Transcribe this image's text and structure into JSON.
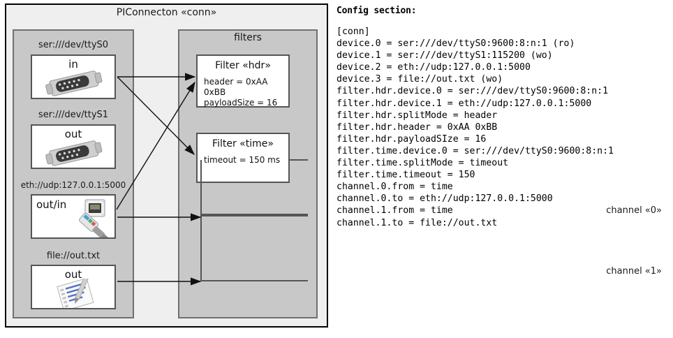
{
  "diagram": {
    "title": "PIConnecton «conn»",
    "devices_panel": {
      "name": "devices",
      "devices": [
        {
          "label": "ser:///dev/ttyS0",
          "direction": "in",
          "icon": "serial-port-icon",
          "align": "center"
        },
        {
          "label": "ser:///dev/ttyS1",
          "direction": "out",
          "icon": "serial-port-icon",
          "align": "center"
        },
        {
          "label": "eth://udp:127.0.0.1:5000",
          "direction": "out/in",
          "icon": "ethernet-jack-icon",
          "align": "left"
        },
        {
          "label": "file://out.txt",
          "direction": "out",
          "icon": "text-file-icon",
          "align": "center"
        }
      ]
    },
    "filters_panel": {
      "title": "filters",
      "filters": [
        {
          "title": "Filter «hdr»",
          "props": [
            "header = 0xAA 0xBB",
            "payloadSize = 16"
          ]
        },
        {
          "title": "Filter «time»",
          "props": [
            "timeout = 150 ms"
          ]
        }
      ],
      "channels": [
        {
          "label": "channel «0»"
        },
        {
          "label": "channel «1»"
        }
      ]
    }
  },
  "config": {
    "heading": "Config section:",
    "lines": [
      "[conn]",
      "device.0 = ser:///dev/ttyS0:9600:8:n:1 (ro)",
      "device.1 = ser:///dev/ttyS1:115200 (wo)",
      "device.2 = eth://udp:127.0.0.1:5000",
      "device.3 = file://out.txt (wo)",
      "filter.hdr.device.0 = ser:///dev/ttyS0:9600:8:n:1",
      "filter.hdr.device.1 = eth://udp:127.0.0.1:5000",
      "filter.hdr.splitMode = header",
      "filter.hdr.header = 0xAA 0xBB",
      "filter.hdr.payloadSIze = 16",
      "filter.time.device.0 = ser:///dev/ttyS0:9600:8:n:1",
      "filter.time.splitMode = timeout",
      "filter.time.timeout = 150",
      "channel.0.from = time",
      "channel.0.to = eth://udp:127.0.0.1:5000",
      "channel.1.from = time",
      "channel.1.to = file://out.txt"
    ]
  },
  "colors": {
    "outer_bg": "#efefef",
    "panel_bg": "#c8c8c8",
    "card_bg": "#ffffff",
    "border_dark": "#000000",
    "border_mid": "#707070"
  }
}
